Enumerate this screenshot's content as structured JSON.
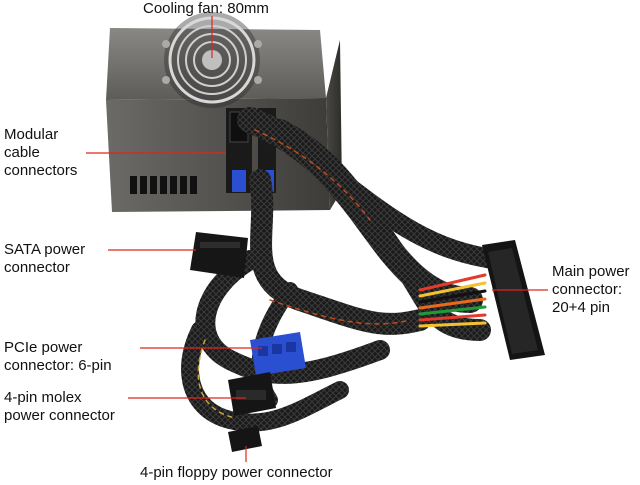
{
  "labels": {
    "cooling_fan": "Cooling fan: 80mm",
    "modular": "Modular\ncable\nconnectors",
    "sata": "SATA power\nconnector",
    "main_power": "Main power\nconnector:\n20+4 pin",
    "pcie": "PCIe power\nconnector: 6-pin",
    "molex": "4-pin molex\npower connector",
    "floppy": "4-pin floppy power connector"
  },
  "colors": {
    "leader_line": "#e0251b",
    "psu_case": "#585652",
    "cable_sleeve": "#1c1c1c",
    "pcie_connector": "#2a4fd0",
    "connector_black": "#1a1a1a"
  }
}
